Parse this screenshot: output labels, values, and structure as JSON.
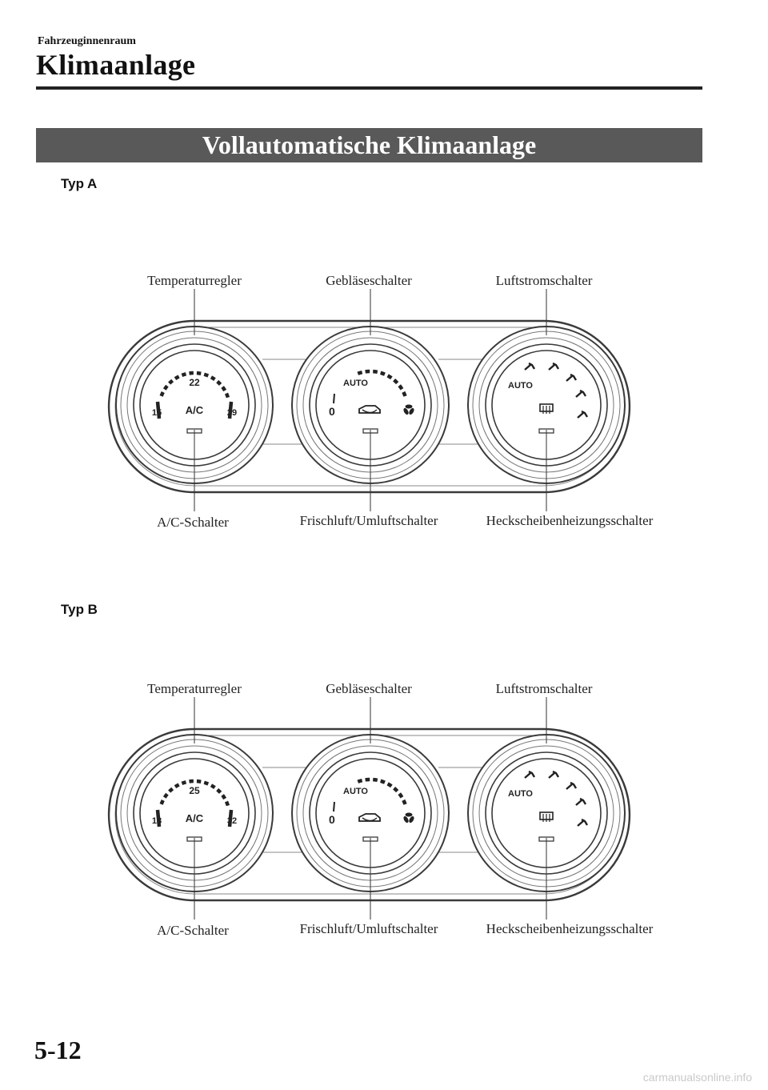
{
  "header": {
    "section_small": "Fahrzeuginnenraum",
    "section_title": "Klimaanlage"
  },
  "banner": {
    "title": "Vollautomatische Klimaanlage"
  },
  "panels": [
    {
      "type_label": "Typ A",
      "temp_low": "15",
      "temp_mid": "22",
      "temp_high": "29",
      "labels": {
        "temp": "Temperaturregler",
        "fan": "Gebläseschalter",
        "airflow": "Luftstromschalter",
        "ac": "A/C-Schalter",
        "recirc": "Frischluft/Umluftschalter",
        "defrost": "Heckscheibenheizungsschalter"
      }
    },
    {
      "type_label": "Typ B",
      "temp_low": "18",
      "temp_mid": "25",
      "temp_high": "32",
      "labels": {
        "temp": "Temperaturregler",
        "fan": "Gebläseschalter",
        "airflow": "Luftstromschalter",
        "ac": "A/C-Schalter",
        "recirc": "Frischluft/Umluftschalter",
        "defrost": "Heckscheibenheizungsschalter"
      }
    }
  ],
  "dial_text": {
    "ac": "A/C",
    "auto": "AUTO",
    "zero": "0"
  },
  "footer": {
    "page_number": "5-12",
    "watermark": "carmanualsonline.info"
  }
}
